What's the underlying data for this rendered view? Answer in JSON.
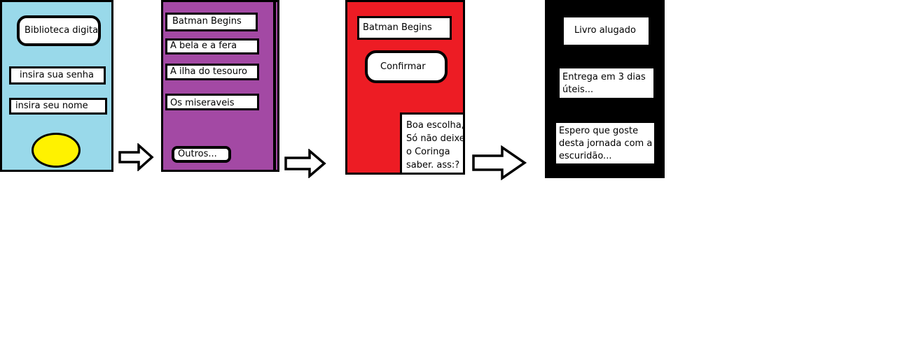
{
  "colors": {
    "login_bg": "#99d9ea",
    "list_bg": "#a349a4",
    "confirm_bg": "#ed1c24",
    "done_bg": "#000000",
    "button_yellow": "#fff200"
  },
  "login": {
    "title": "Biblioteca digital",
    "password_field": "insira sua senha",
    "name_field": "insira seu nome",
    "submit_icon": "yellow-circle-button"
  },
  "book_list": {
    "items": [
      "Batman Begins",
      "A bela e a fera",
      "A ilha do tesouro",
      "Os miseraveis"
    ],
    "others": "Outros..."
  },
  "confirm": {
    "book": "Batman Begins",
    "button": "Confirmar",
    "note": [
      "Boa escolha,",
      "Só não deixe",
      "o Coringa",
      "saber.  ass:?"
    ]
  },
  "done": {
    "status": "Livro alugado",
    "delivery": [
      "Entrega em 3 dias",
      "úteis..."
    ],
    "wish": [
      "Espero que goste",
      "desta jornada com a",
      "escuridão..."
    ]
  }
}
